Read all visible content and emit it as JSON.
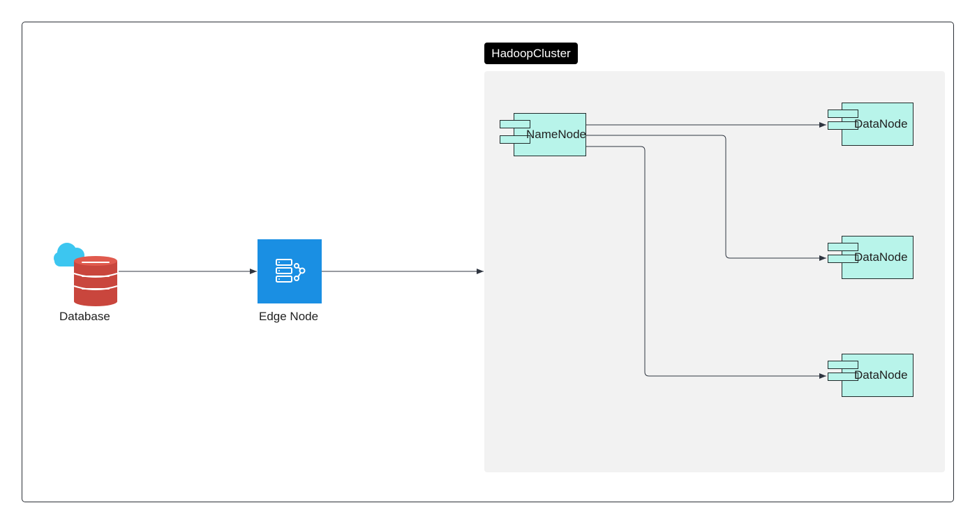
{
  "cluster": {
    "title": "HadoopCluster"
  },
  "nodes": {
    "database": {
      "label": "Database",
      "icon": "cloud-database-icon"
    },
    "edge": {
      "label": "Edge Node",
      "icon": "edge-node-icon",
      "color": "#1a8fe3"
    },
    "namenode": {
      "label": "NameNode"
    },
    "datanodes": [
      {
        "label": "DataNode"
      },
      {
        "label": "DataNode"
      },
      {
        "label": "DataNode"
      }
    ]
  },
  "colors": {
    "component_fill": "#b8f4ea",
    "cluster_bg": "#f2f2f2",
    "database_red": "#d9534f",
    "cloud_blue": "#3cc6f0"
  }
}
